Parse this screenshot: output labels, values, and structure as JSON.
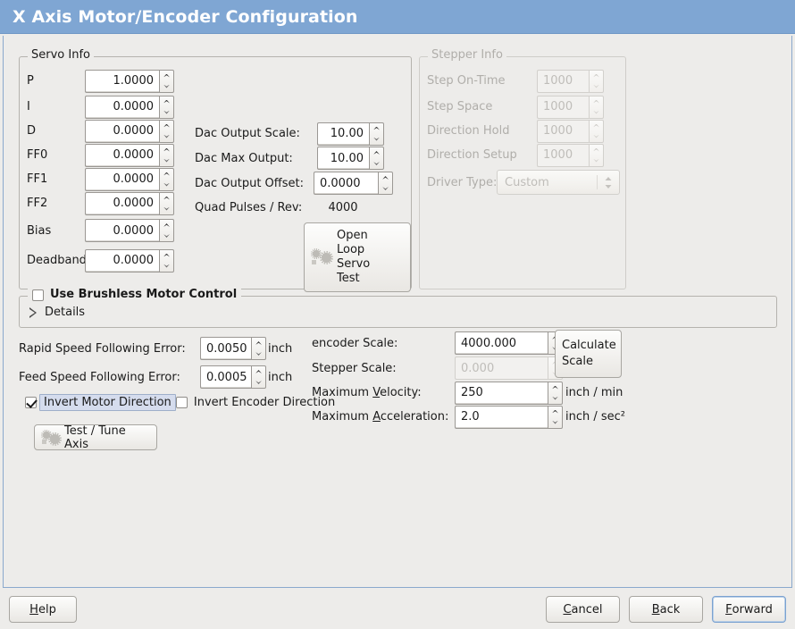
{
  "window": {
    "title": "X Axis Motor/Encoder Configuration"
  },
  "servo_info": {
    "legend": "Servo Info",
    "rows": [
      {
        "label": "P",
        "value": "1.0000"
      },
      {
        "label": "I",
        "value": "0.0000"
      },
      {
        "label": "D",
        "value": "0.0000"
      },
      {
        "label": "FF0",
        "value": "0.0000"
      },
      {
        "label": "FF1",
        "value": "0.0000"
      },
      {
        "label": "FF2",
        "value": "0.0000"
      },
      {
        "label": "Bias",
        "value": "0.0000"
      },
      {
        "label": "Deadband",
        "value": "0.0000"
      }
    ],
    "dac": {
      "output_scale_label": "Dac Output Scale:",
      "output_scale_value": "10.00",
      "max_output_label": "Dac Max Output:",
      "max_output_value": "10.00",
      "output_offset_label": "Dac Output Offset:",
      "output_offset_value": "0.0000",
      "quad_pulses_label": "Quad Pulses / Rev:",
      "quad_pulses_value": "4000"
    },
    "open_loop_button": {
      "line1": "Open",
      "line2": "Loop",
      "line3": "Servo",
      "line4": "Test",
      "icon": "gears-icon"
    }
  },
  "stepper_info": {
    "legend": "Stepper Info",
    "enabled": false,
    "rows": [
      {
        "label": "Step On-Time",
        "value": "1000"
      },
      {
        "label": "Step Space",
        "value": "1000"
      },
      {
        "label": "Direction Hold",
        "value": "1000"
      },
      {
        "label": "Direction Setup",
        "value": "1000"
      }
    ],
    "driver_type": {
      "label": "Driver Type:",
      "value": "Custom"
    }
  },
  "brushless": {
    "checkbox_label": "Use Brushless Motor Control",
    "checked": false,
    "details_label": "Details",
    "details_expanded": false
  },
  "following_error": {
    "rapid_label": "Rapid Speed Following Error:",
    "rapid_value": "0.0050",
    "rapid_unit": "inch",
    "feed_label": "Feed Speed Following Error:",
    "feed_value": "0.0005",
    "feed_unit": "inch"
  },
  "invert": {
    "motor_label": "Invert Motor Direction",
    "motor_checked": true,
    "motor_focused": true,
    "encoder_label": "Invert Encoder Direction",
    "encoder_checked": false
  },
  "test_tune_button": {
    "label": "Test / Tune Axis",
    "icon": "gears-icon"
  },
  "scales": {
    "encoder_label": "encoder Scale:",
    "encoder_value": "4000.000",
    "stepper_label": "Stepper Scale:",
    "stepper_value": "0.000",
    "stepper_enabled": false,
    "calculate_button": {
      "line1": "Calculate",
      "line2": "Scale"
    },
    "max_velocity_label_pre": "Maximum ",
    "max_velocity_mnemonic": "V",
    "max_velocity_label_post": "elocity:",
    "max_velocity_value": "250",
    "max_velocity_unit": "inch / min",
    "max_accel_label_pre": "Maximum ",
    "max_accel_mnemonic": "A",
    "max_accel_label_post": "cceleration:",
    "max_accel_value": "2.0",
    "max_accel_unit": "inch / sec²"
  },
  "footer": {
    "help": {
      "mnemonic": "H",
      "rest": "elp"
    },
    "cancel": {
      "mnemonic": "C",
      "rest": "ancel"
    },
    "back": {
      "mnemonic": "B",
      "rest": "ack"
    },
    "forward": {
      "mnemonic": "F",
      "rest": "orward",
      "is_default": true
    }
  },
  "colors": {
    "header_blue": "#7fa6d3",
    "pane_border": "#8aa9cd",
    "background": "#edecea",
    "focus_blue": "#d5dced"
  }
}
